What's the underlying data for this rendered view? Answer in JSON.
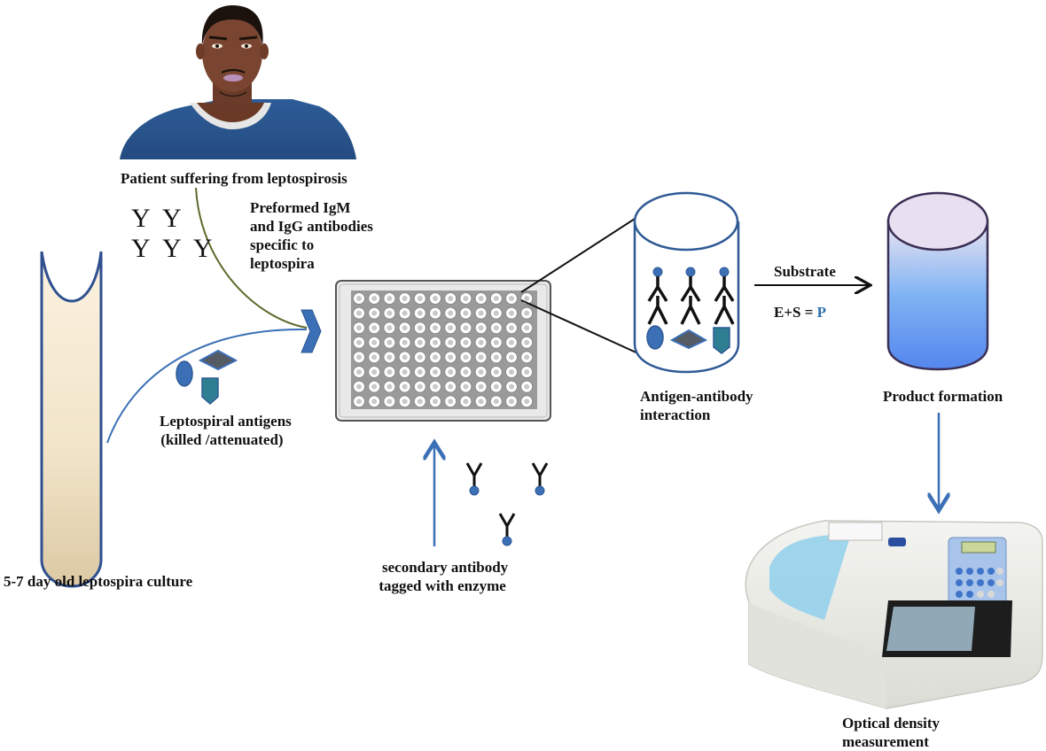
{
  "diagram": {
    "title": "ELISA workflow for leptospirosis diagnosis",
    "labels": {
      "patient": "Patient suffering from leptospirosis",
      "preformed_antibodies": [
        "Preformed IgM",
        "and IgG antibodies",
        "specific to",
        "leptospira"
      ],
      "antibody_glyphs_row1": "Y Y",
      "antibody_glyphs_row2": "Y Y Y",
      "antigens": [
        "Leptospiral antigens",
        "(killed /attenuated)"
      ],
      "culture": "5-7  day old leptospira culture",
      "secondary_antibody": [
        "secondary antibody",
        "tagged with enzyme"
      ],
      "substrate": "Substrate",
      "equation_prefix": "E+S = ",
      "equation_product": "P",
      "interaction": [
        "Antigen-antibody",
        "interaction"
      ],
      "product": "Product formation",
      "measurement": [
        "Optical density",
        "measurement"
      ]
    },
    "plate": {
      "rows": 8,
      "columns": 12
    },
    "colors": {
      "accent_blue": "#3b6fb6",
      "tube_outline": "#2f4f8f",
      "culture_fill": "#f3e6cc",
      "patient_arrow": "#5a6b2a",
      "antigen_dark": "#555b63",
      "antigen_teal": "#2f7f93",
      "product_top": "#e7e0f0",
      "product_bottom": "#5b8ff0"
    }
  }
}
